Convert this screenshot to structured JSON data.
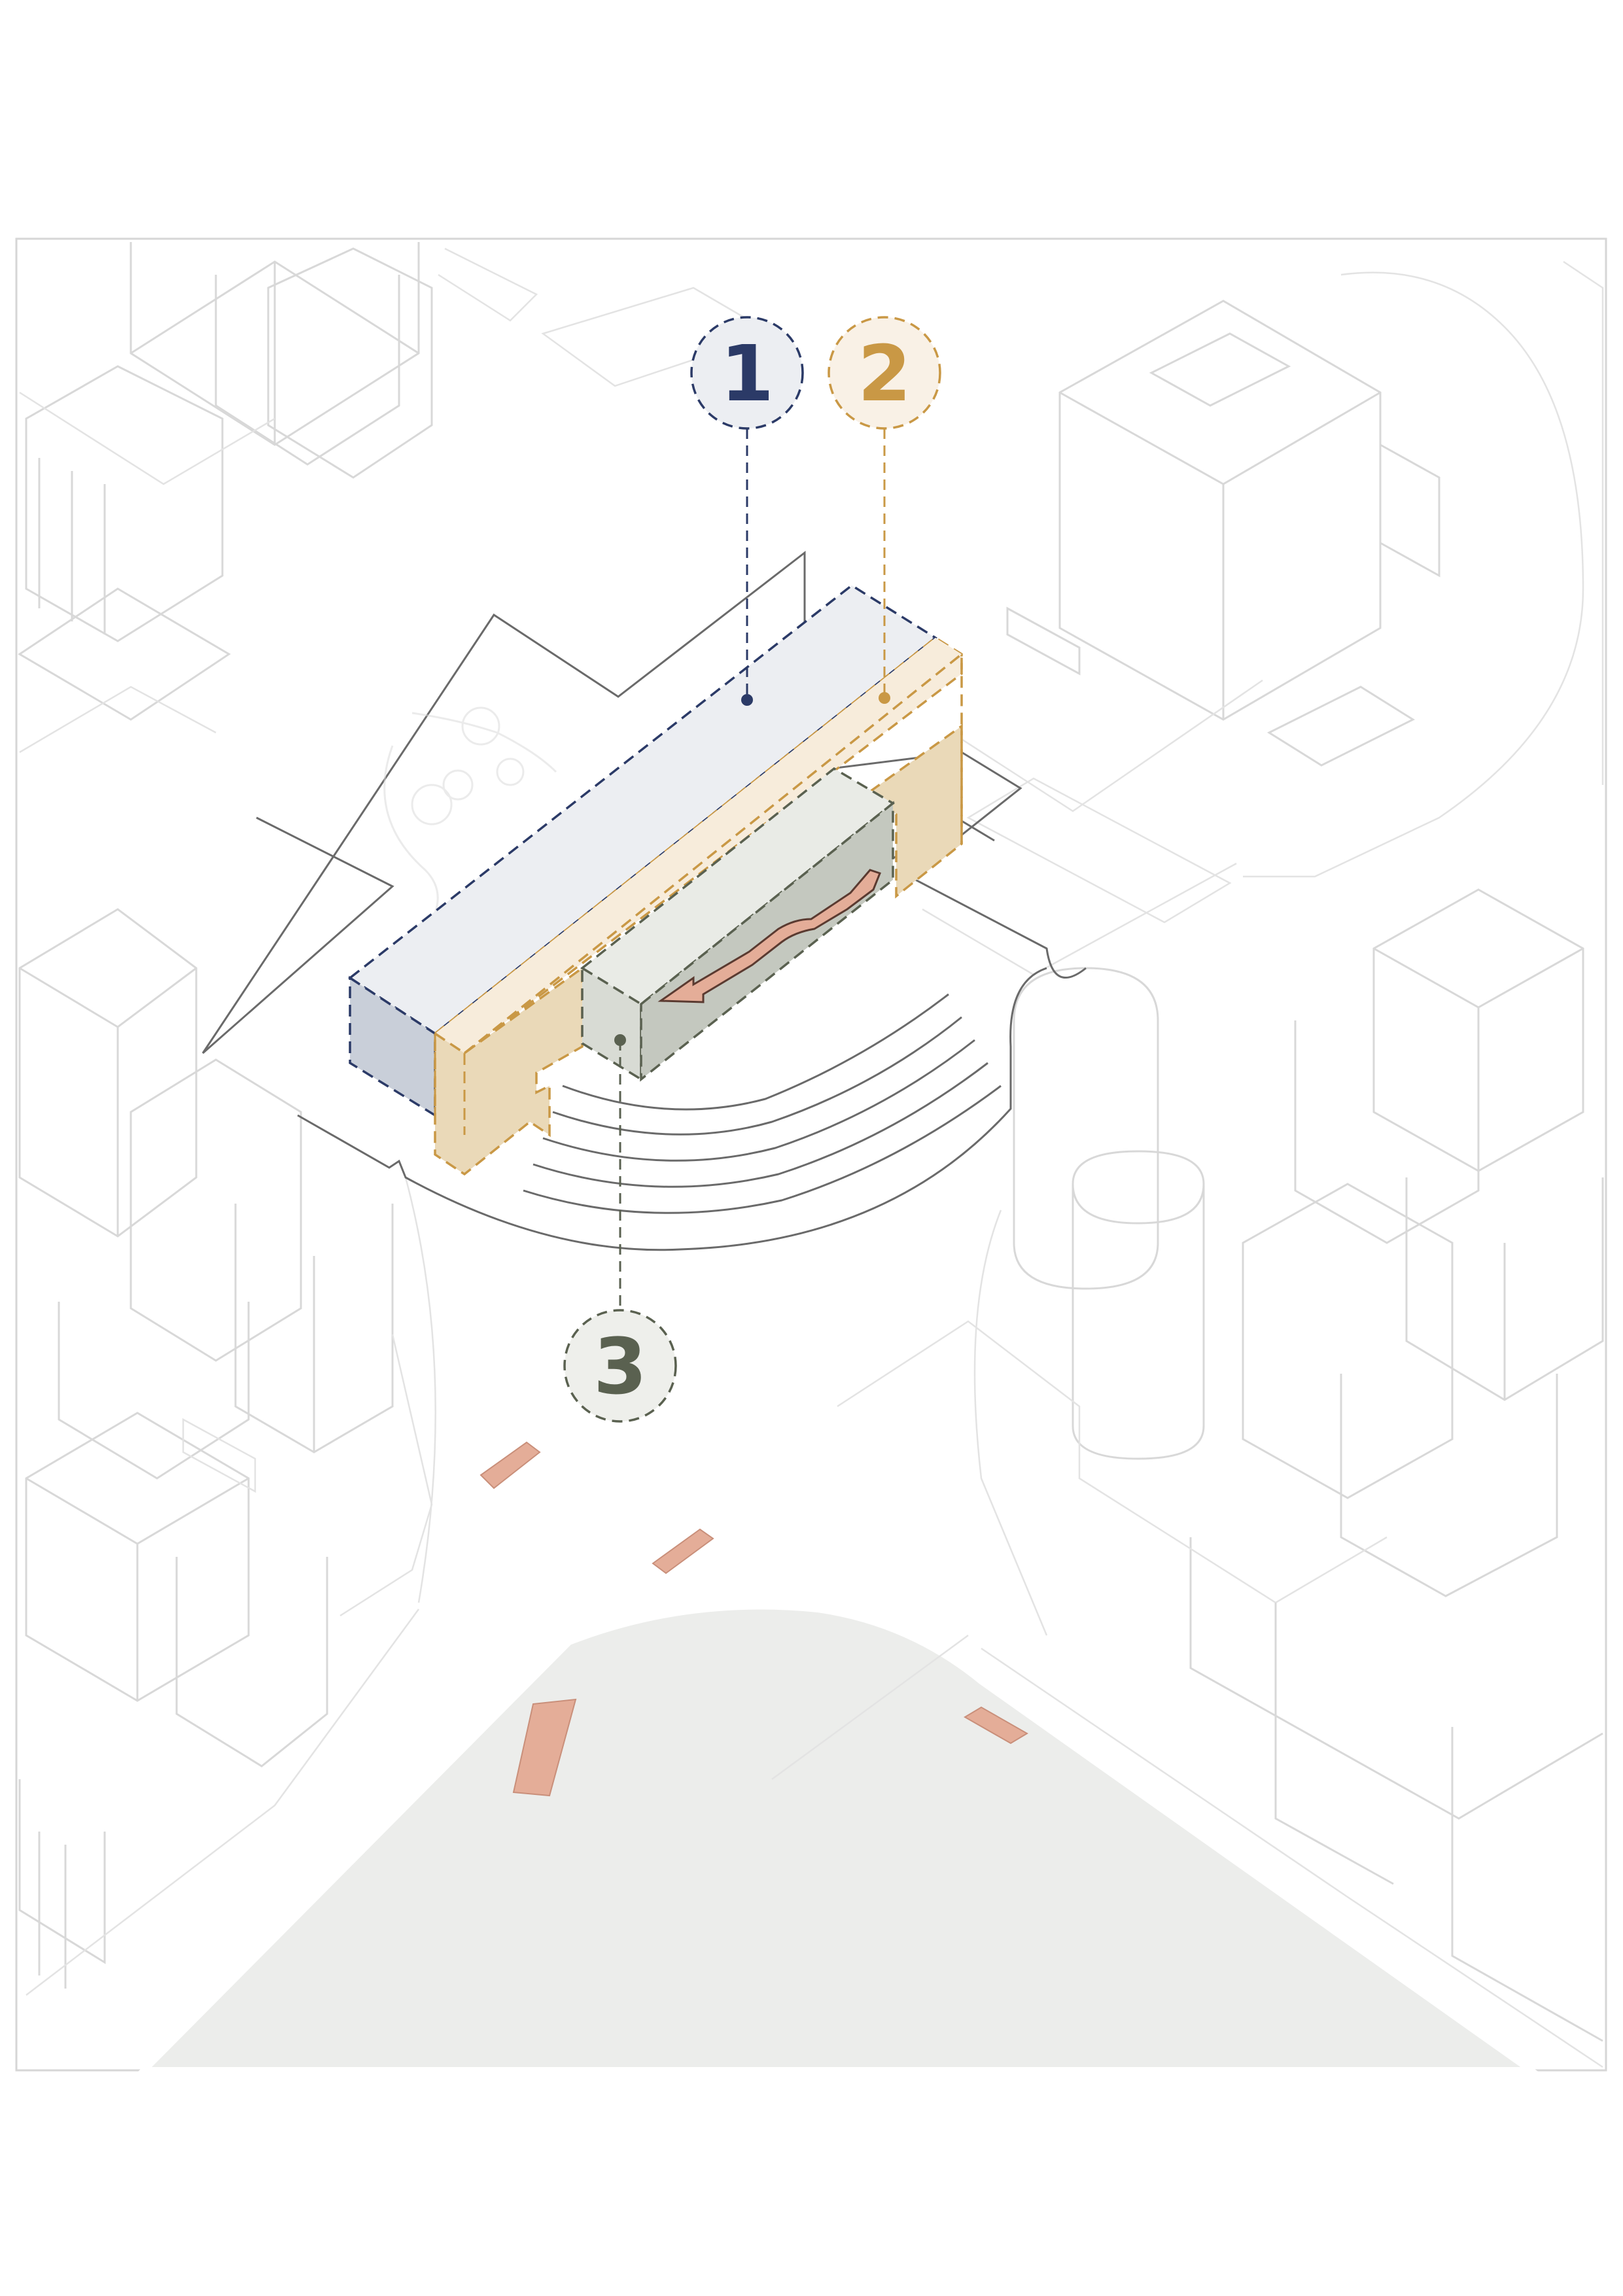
{
  "colors": {
    "volume_1": "#2b3a67",
    "volume_1_fill": "#eceef2",
    "volume_1_side": "#c9cfd9",
    "volume_2": "#c99845",
    "volume_2_fill": "#f7ecdb",
    "volume_2_side": "#ead9b8",
    "volume_3": "#5a6150",
    "volume_3_fill": "#e9ebe6",
    "volume_3_side": "#c4c8bf",
    "ramp": "#e4ad98",
    "plaza": "#ecedeb"
  },
  "callouts": [
    {
      "id": "1",
      "label": "1"
    },
    {
      "id": "2",
      "label": "2"
    },
    {
      "id": "3",
      "label": "3"
    }
  ]
}
